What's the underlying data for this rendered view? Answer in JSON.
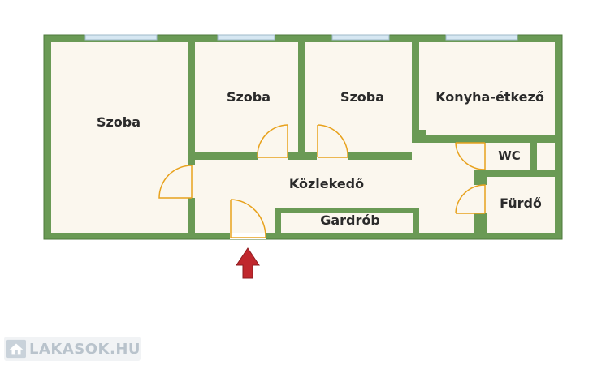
{
  "plan": {
    "rooms": {
      "szoba_1": "Szoba",
      "szoba_2": "Szoba",
      "szoba_3": "Szoba",
      "konyha": "Konyha-étkező",
      "kozlekedo": "Közlekedő",
      "gardrob": "Gardrób",
      "wc": "WC",
      "furdo": "Fürdő"
    },
    "entrance_arrow": "entrance-arrow-icon",
    "colors": {
      "wall": "#6a9a55",
      "wall_edge": "#4d7a3c",
      "floor": "#fbf7ee",
      "door": "#e8a21d",
      "window": "#d6e7f2",
      "arrow": "#c0272d"
    }
  },
  "logo": {
    "text": "LAKASOK.HU",
    "icon": "house-icon"
  }
}
